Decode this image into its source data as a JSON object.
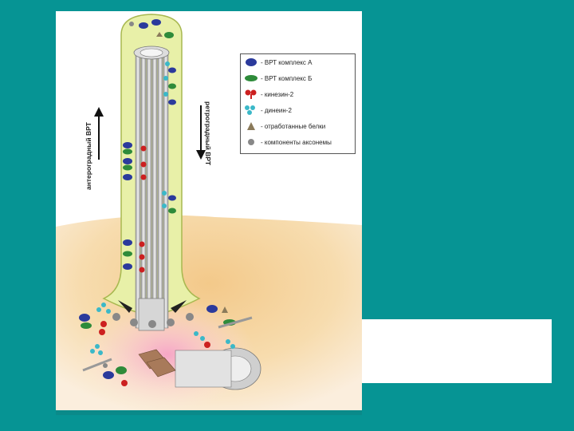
{
  "figure": {
    "label_anterograde": "антероградный ВРТ",
    "label_retrograde": "ретроградный ВРТ"
  },
  "legend": {
    "items": [
      {
        "icon": "blue-blob-icon",
        "label": "- ВРТ комплекс А",
        "color": "#2b3a9c"
      },
      {
        "icon": "green-blob-icon",
        "label": "- ВРТ комплекс Б",
        "color": "#2e8b3a"
      },
      {
        "icon": "red-kinesin-icon",
        "label": "- кинезин-2",
        "color": "#cc2020"
      },
      {
        "icon": "cyan-dynein-icon",
        "label": "- динеин-2",
        "color": "#3bb8c8"
      },
      {
        "icon": "brown-triangle-icon",
        "label": "- отработанные белки",
        "color": "#8a7a5a"
      },
      {
        "icon": "grey-ball-icon",
        "label": "- компоненты аксонемы",
        "color": "#888888"
      }
    ]
  }
}
